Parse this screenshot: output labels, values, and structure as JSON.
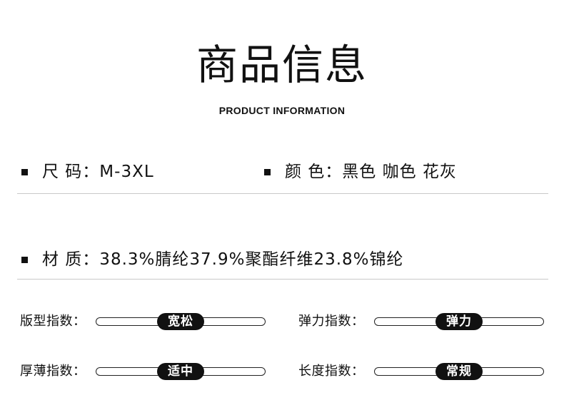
{
  "header": {
    "title": "商品信息",
    "subtitle": "PRODUCT INFORMATION"
  },
  "specs": {
    "size": "尺 码：M-3XL",
    "color": "颜 色：黑色 咖色 花灰",
    "material": "材 质：38.3%腈纶37.9%聚酯纤维23.8%锦纶"
  },
  "metrics": [
    {
      "label": "版型指数：",
      "value": "宽松",
      "level": 0.5
    },
    {
      "label": "弹力指数：",
      "value": "弹力",
      "level": 0.5
    },
    {
      "label": "厚薄指数：",
      "value": "适中",
      "level": 0.5
    },
    {
      "label": "长度指数：",
      "value": "常规",
      "level": 0.5
    }
  ]
}
